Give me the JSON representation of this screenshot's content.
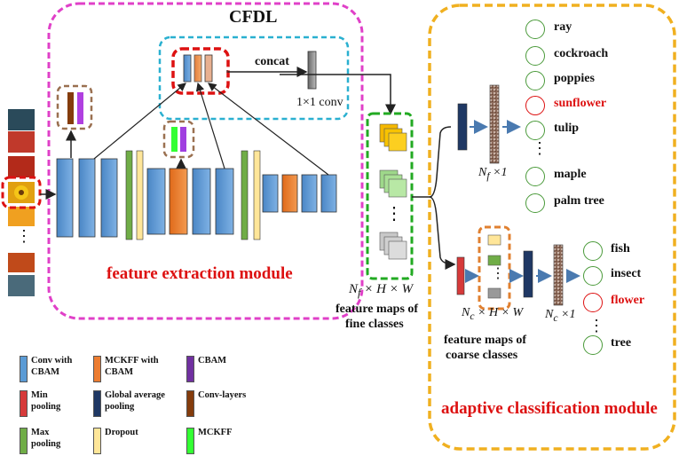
{
  "title": "CFDL",
  "modules": {
    "feature_extraction": "feature extraction module",
    "adaptive_classification": "adaptive classification module"
  },
  "labels": {
    "concat": "concat",
    "conv1x1": "1×1  conv",
    "nf_hw": "N_f × H × W",
    "nf_hw_parts": {
      "n": "N",
      "sub": "f",
      "rest": " × H × W"
    },
    "fine_maps": [
      "feature maps of",
      "fine classes"
    ],
    "nc_hw_parts": {
      "n": "N",
      "sub": "c",
      "rest": " × H × W"
    },
    "coarse_maps": [
      "feature maps of",
      "coarse classes"
    ],
    "nf_1_parts": {
      "n": "N",
      "sub": "f",
      "rest": " ×1"
    },
    "nc_1_parts": {
      "n": "N",
      "sub": "c",
      "rest": " ×1"
    }
  },
  "fine_classes": [
    {
      "label": "ray",
      "highlight": false
    },
    {
      "label": "cockroach",
      "highlight": false
    },
    {
      "label": "poppies",
      "highlight": false
    },
    {
      "label": "sunflower",
      "highlight": true
    },
    {
      "label": "tulip",
      "highlight": false
    },
    {
      "label": "maple",
      "highlight": false
    },
    {
      "label": "palm tree",
      "highlight": false
    }
  ],
  "coarse_classes": [
    {
      "label": "fish",
      "highlight": false
    },
    {
      "label": "insect",
      "highlight": false
    },
    {
      "label": "flower",
      "highlight": true
    },
    {
      "label": "tree",
      "highlight": false
    }
  ],
  "ellipsis": "⋮",
  "legend": [
    {
      "label": "Conv with\nCBAM",
      "color": "#5b9bd5"
    },
    {
      "label": "MCKFF with\nCBAM",
      "color": "#ed7d31"
    },
    {
      "label": "CBAM",
      "color": "#7030a0"
    },
    {
      "label": "Min\npooling",
      "color": "#d63a3a"
    },
    {
      "label": "Global average\npooling",
      "color": "#1f3864"
    },
    {
      "label": "Conv-layers",
      "color": "#843c0c"
    },
    {
      "label": "Max\npooling",
      "color": "#70ad47"
    },
    {
      "label": "Dropout",
      "color": "#ffe699"
    },
    {
      "label": "MCKFF",
      "color": "#33ff33"
    }
  ],
  "colors": {
    "magenta_border": "#e040c8",
    "cyan_border": "#2ab0d0",
    "red_dashed": "#dd1111",
    "yellow_border": "#f0b020",
    "green_dashed": "#22aa22",
    "orange_dashed": "#e08030",
    "brown_dashed": "#9a7050",
    "module_text": "#dd1111",
    "highlight_text": "#dd1111",
    "circle_border": "#4a9a3a"
  }
}
